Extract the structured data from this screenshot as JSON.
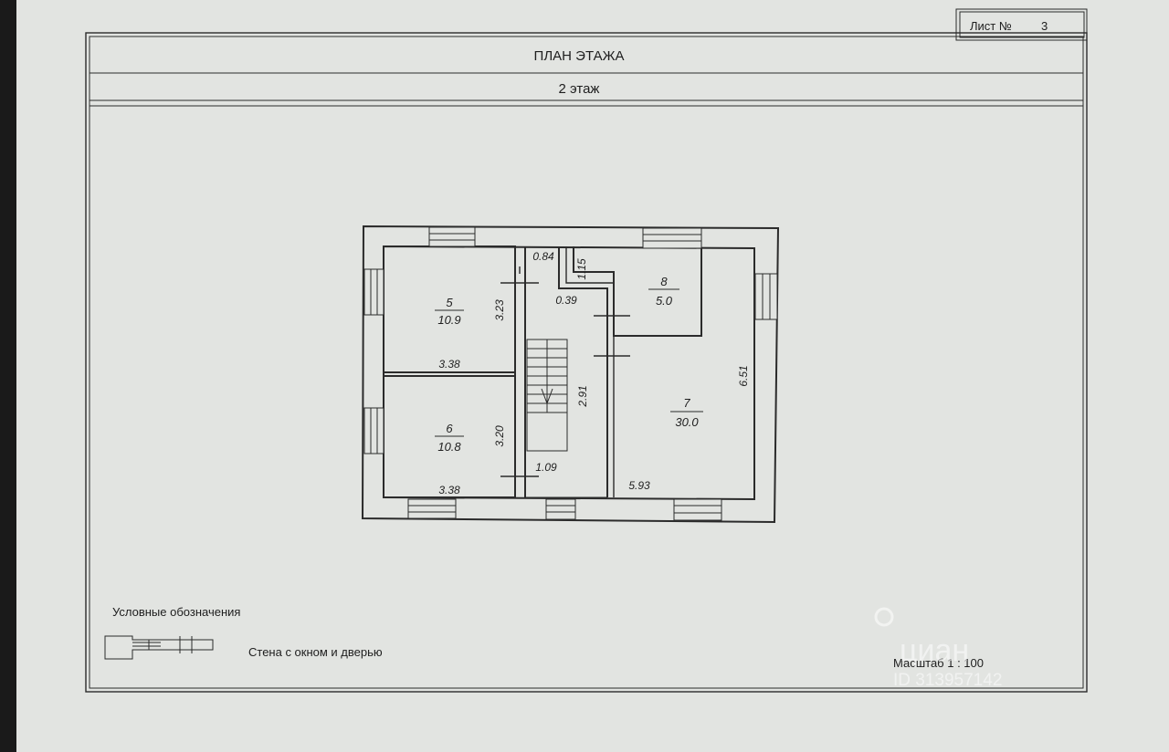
{
  "sheet": {
    "label": "Лист №",
    "number": "3"
  },
  "header": {
    "title": "ПЛАН ЭТАЖА",
    "subtitle": "2 этаж"
  },
  "rooms": [
    {
      "number": "5",
      "area": "10.9"
    },
    {
      "number": "6",
      "area": "10.8"
    },
    {
      "number": "7",
      "area": "30.0"
    },
    {
      "number": "8",
      "area": "5.0"
    }
  ],
  "dimensions": {
    "room5_height": "3.23",
    "room5_width": "3.38",
    "room6_height": "3.20",
    "room6_width": "3.38",
    "stair_width": "0.84",
    "corridor_length": "2.91",
    "corridor_width": "1.09",
    "stair_offset": "0.39",
    "room8_offset": "1.15",
    "room7_height": "6.51",
    "room7_width": "5.93"
  },
  "legend": {
    "title": "Условные обозначения",
    "item": "Стена с окном и дверью"
  },
  "scale": "Масштаб 1 : 100",
  "watermark": {
    "brand": "циан",
    "id": "ID 313957142"
  },
  "colors": {
    "paper": "#e2e4e1",
    "ink": "#2b2b2b",
    "background": "#1a1a1a"
  }
}
